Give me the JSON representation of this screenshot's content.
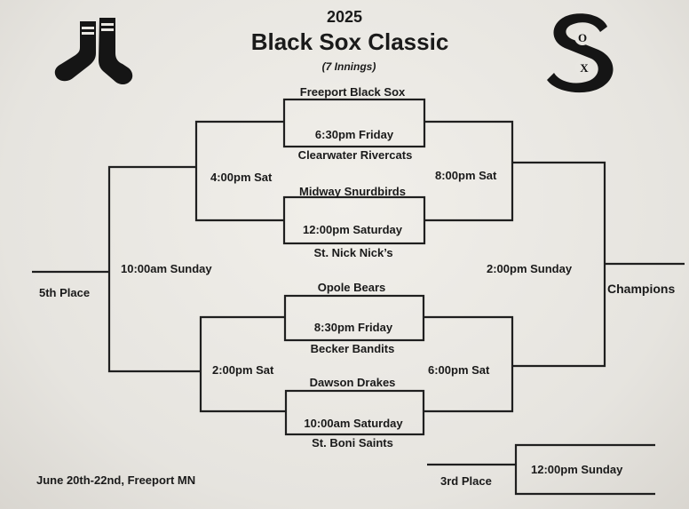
{
  "header": {
    "year": "2025",
    "title": "Black Sox Classic",
    "subtitle": "(7 Innings)"
  },
  "teams": {
    "t1": "Freeport Black Sox",
    "t2": "Clearwater Rivercats",
    "t3": "Midway Snurdbirds",
    "t4": "St. Nick Nick’s",
    "t5": "Opole Bears",
    "t6": "Becker Bandits",
    "t7": "Dawson Drakes",
    "t8": "St. Boni Saints"
  },
  "games": {
    "g1": "6:30pm Friday",
    "g2": "12:00pm Saturday",
    "g3": "8:30pm Friday",
    "g4": "10:00am Saturday",
    "left_top": "4:00pm Sat",
    "left_bottom": "2:00pm Sat",
    "right_top": "8:00pm Sat",
    "right_bottom": "6:00pm Sat",
    "left_final": "10:00am Sunday",
    "right_final": "2:00pm Sunday",
    "third": "12:00pm Sunday"
  },
  "places": {
    "fifth": "5th Place",
    "champions": "Champions",
    "third": "3rd Place"
  },
  "footer": {
    "dates": "June 20th-22nd, Freeport MN"
  },
  "logos": {
    "left": "red-sox-socks-icon",
    "right": "white-sox-logo-icon",
    "right_letter_top": "O",
    "right_letter_bottom": "X"
  }
}
